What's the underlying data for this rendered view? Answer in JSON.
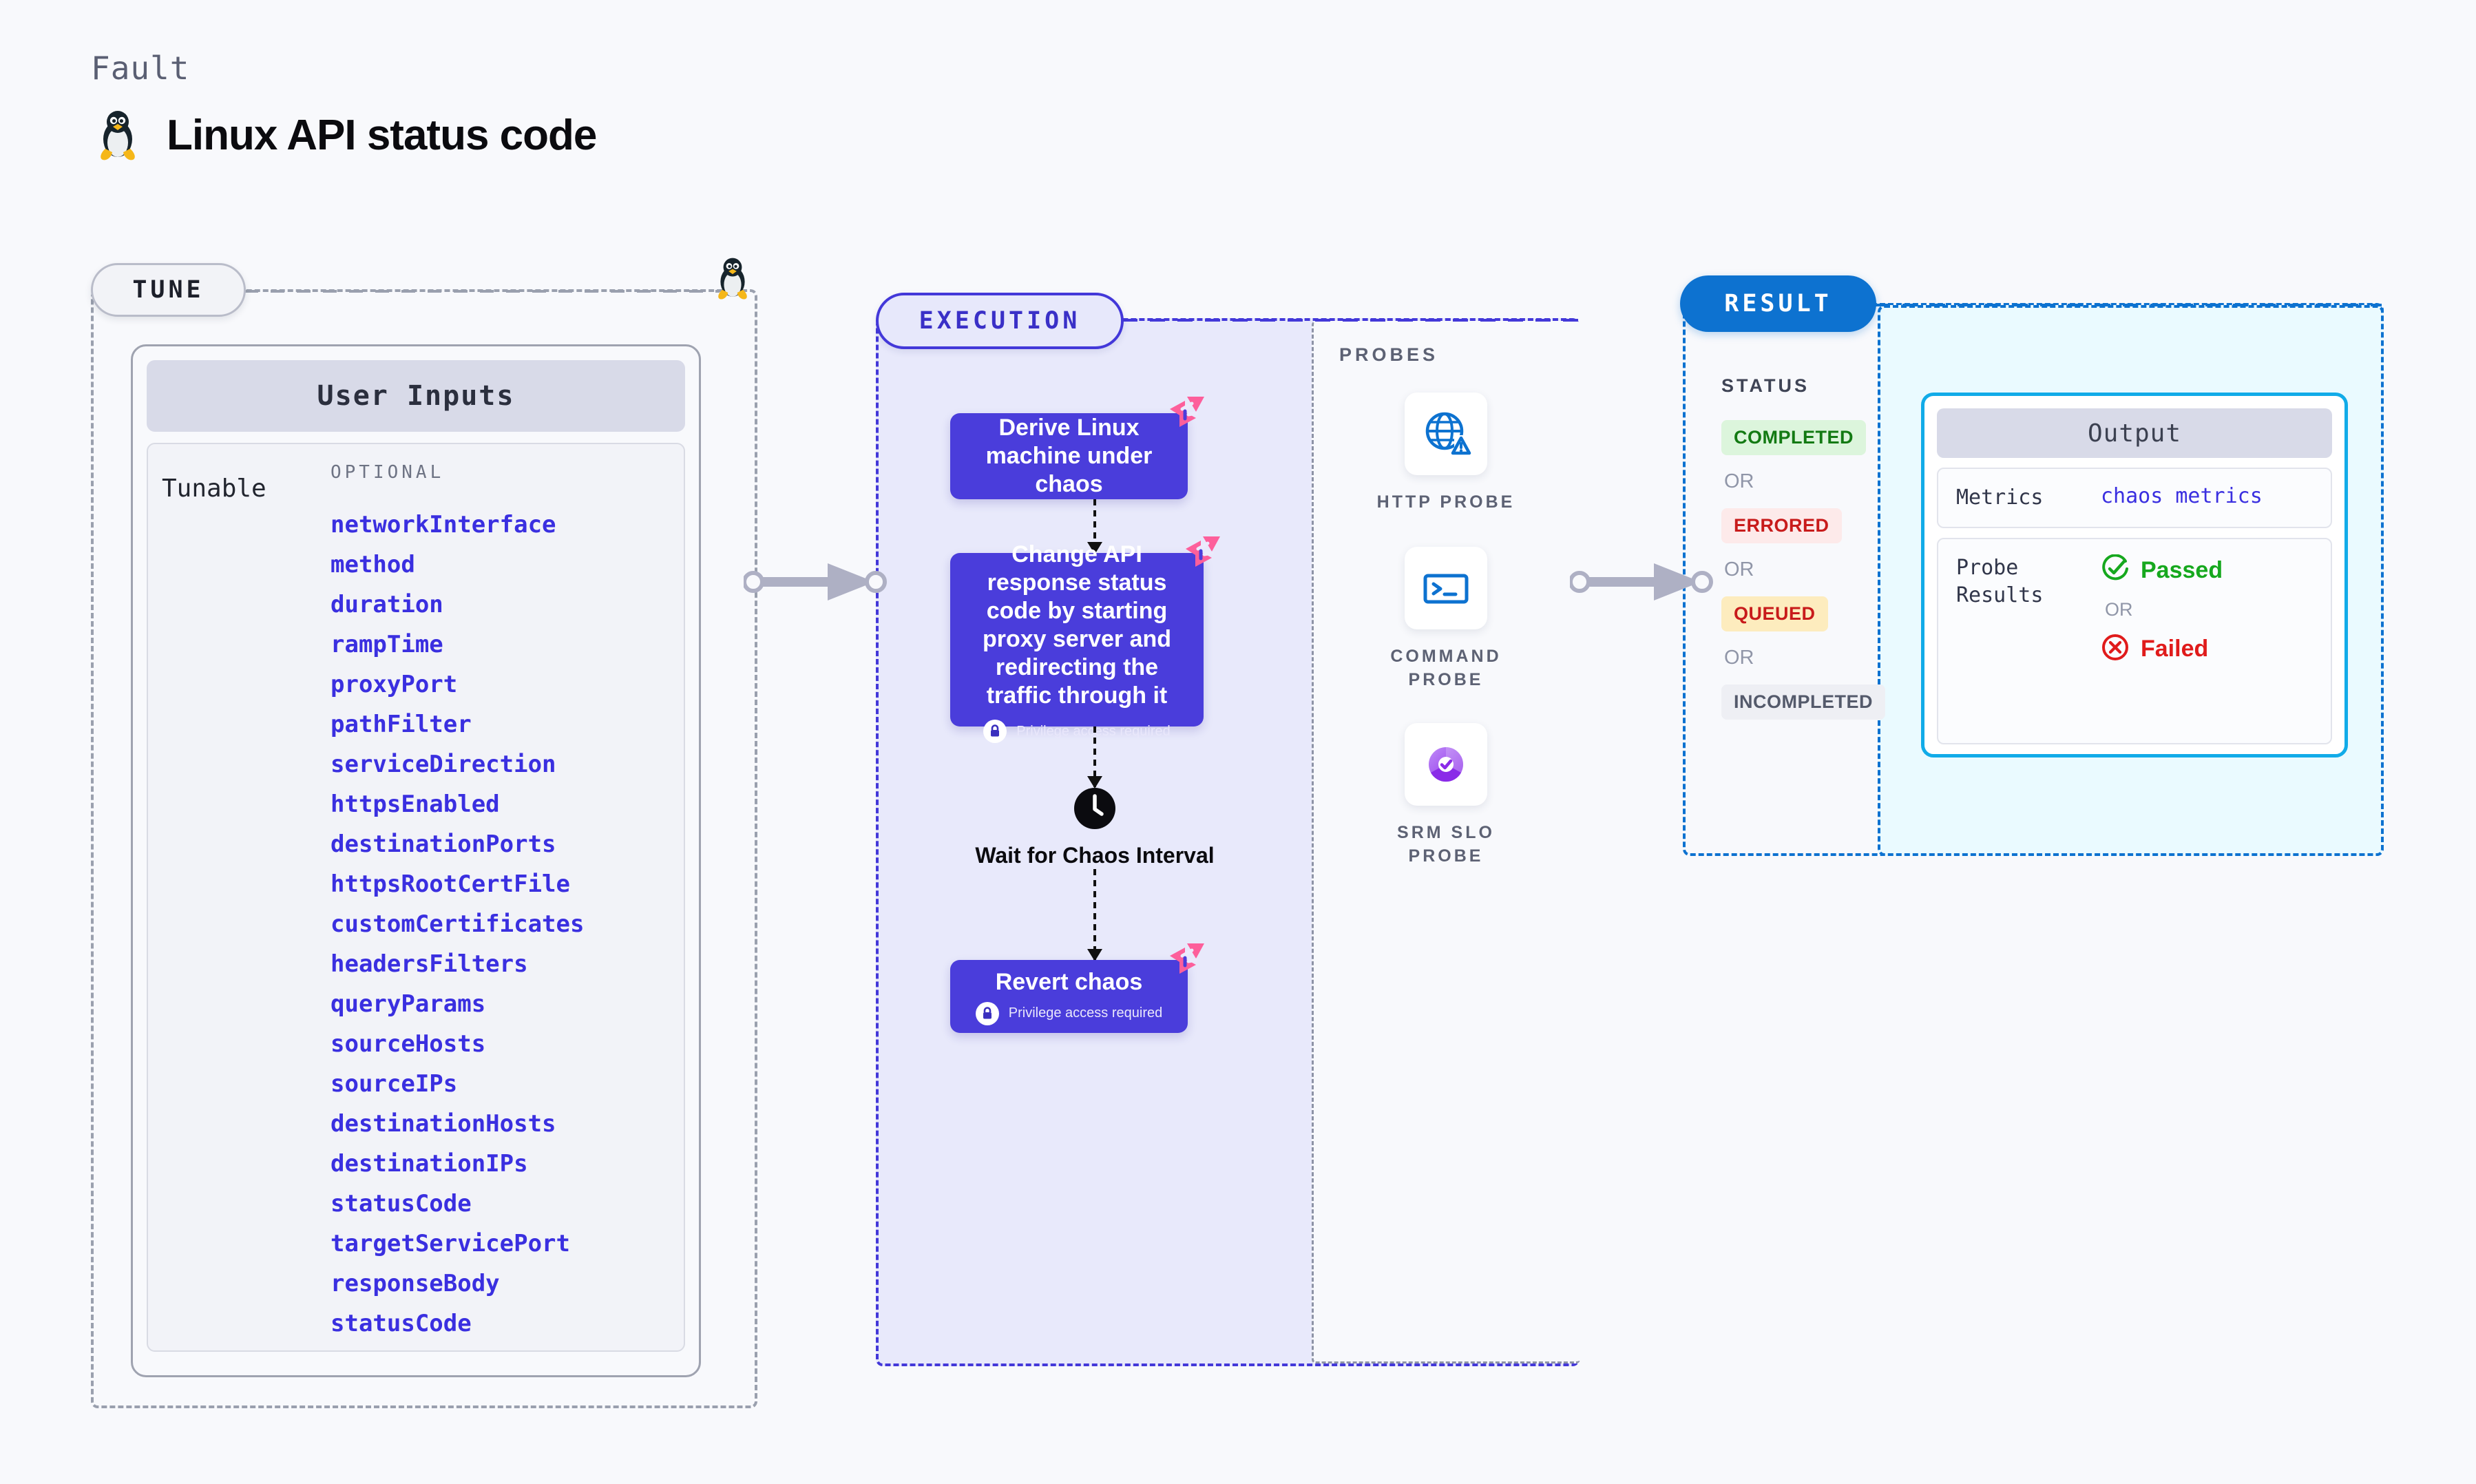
{
  "header": {
    "kicker": "Fault",
    "title": "Linux API status code",
    "logo_icon": "linux-penguin-icon"
  },
  "tune": {
    "pill_label": "TUNE",
    "card_title": "User Inputs",
    "group_label": "Tunable",
    "optional_label": "OPTIONAL",
    "tunables": [
      "networkInterface",
      "method",
      "duration",
      "rampTime",
      "proxyPort",
      "pathFilter",
      "serviceDirection",
      "httpsEnabled",
      "destinationPorts",
      "httpsRootCertFile",
      "customCertificates",
      "headersFilters",
      "queryParams",
      "sourceHosts",
      "sourceIPs",
      "destinationHosts",
      "destinationIPs",
      "statusCode",
      "targetServicePort",
      "responseBody",
      "statusCode"
    ]
  },
  "execution": {
    "pill_label": "EXECUTION",
    "nodes": [
      {
        "text": "Derive Linux machine under chaos",
        "privilege": null,
        "chaos_badge": true
      },
      {
        "text": "Change API response status code by starting proxy server and redirecting the traffic through it",
        "privilege": "Privilege access required",
        "chaos_badge": true
      },
      {
        "text": "Revert chaos",
        "privilege": "Privilege access required",
        "chaos_badge": true
      }
    ],
    "wait_step": {
      "icon": "clock-icon",
      "label": "Wait for Chaos Interval"
    }
  },
  "probes": {
    "title": "PROBES",
    "items": [
      {
        "label": "HTTP PROBE",
        "icon": "globe-alert-icon"
      },
      {
        "label": "COMMAND PROBE",
        "icon": "terminal-icon"
      },
      {
        "label": "SRM SLO PROBE",
        "icon": "slo-donut-check-icon"
      }
    ]
  },
  "result": {
    "pill_label": "RESULT",
    "status_title": "STATUS",
    "or_label": "OR",
    "statuses": [
      {
        "label": "COMPLETED",
        "style": "completed"
      },
      {
        "label": "ERRORED",
        "style": "errored"
      },
      {
        "label": "QUEUED",
        "style": "queued"
      },
      {
        "label": "INCOMPLETED",
        "style": "incomplete"
      }
    ],
    "output": {
      "title": "Output",
      "metrics_key": "Metrics",
      "metrics_value": "chaos metrics",
      "probe_results_key": "Probe Results",
      "passed_label": "Passed",
      "failed_label": "Failed",
      "or_label": "OR"
    }
  },
  "colors": {
    "page_bg": "#f8f9fc",
    "accent_purple": "#4a3ddb",
    "accent_blue": "#0d72d0",
    "accent_cyan": "#11abe8",
    "chaos_pink": "#fd5f9b",
    "status_completed": "#137a13",
    "status_errored": "#c81b1b",
    "status_queued": "#c81b1b",
    "status_incomplete": "#545a6b"
  }
}
